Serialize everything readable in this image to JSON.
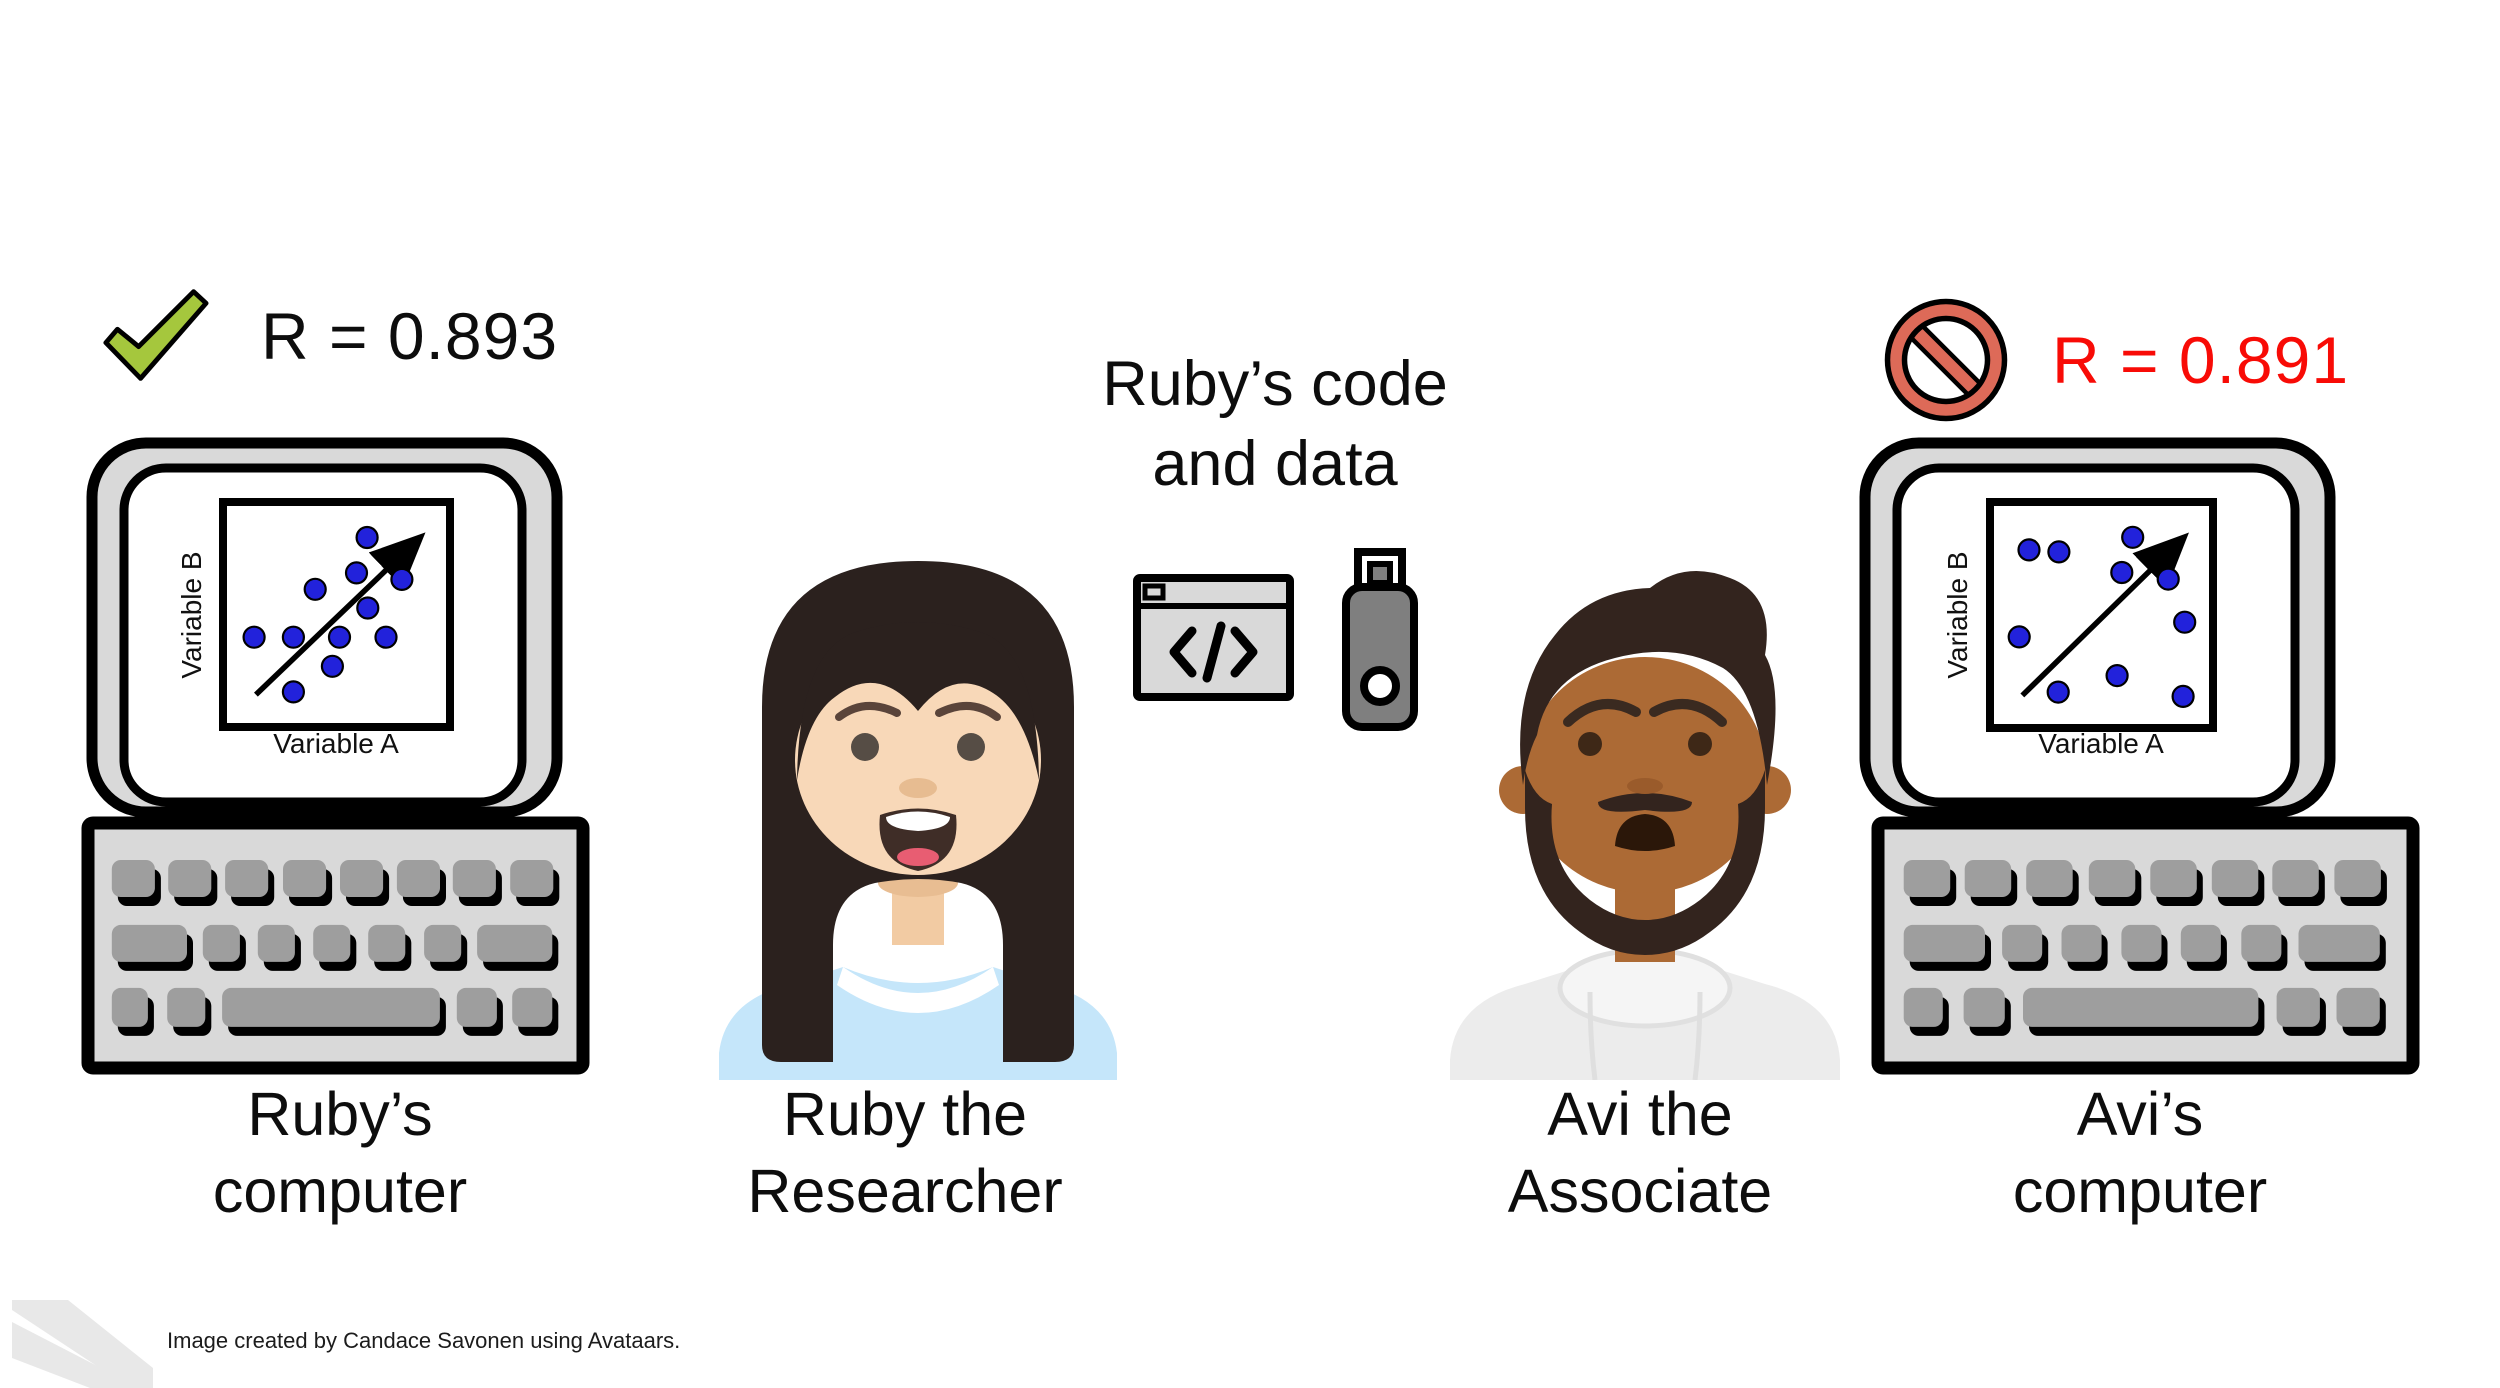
{
  "results": {
    "ruby": "R = 0.893",
    "avi": "R = 0.891"
  },
  "center": {
    "caption_lines": [
      "Ruby’s code",
      "and data"
    ],
    "icons": [
      "code-window",
      "usb-drive"
    ]
  },
  "people": {
    "ruby": {
      "name_lines": [
        "Ruby the",
        "Researcher"
      ]
    },
    "avi": {
      "name_lines": [
        "Avi the",
        "Associate"
      ]
    }
  },
  "laptops": {
    "left": {
      "label_lines": [
        "Ruby’s",
        "computer"
      ],
      "plot": {
        "type": "scatter",
        "xlabel": "Variable A",
        "ylabel": "Variable B",
        "points": [
          [
            0.635,
            0.158
          ],
          [
            0.588,
            0.315
          ],
          [
            0.406,
            0.388
          ],
          [
            0.788,
            0.344
          ],
          [
            0.638,
            0.471
          ],
          [
            0.137,
            0.601
          ],
          [
            0.31,
            0.601
          ],
          [
            0.513,
            0.601
          ],
          [
            0.718,
            0.601
          ],
          [
            0.482,
            0.73
          ],
          [
            0.31,
            0.844
          ]
        ],
        "trend_arrow": [
          0.145,
          0.856,
          0.857,
          0.169
        ]
      }
    },
    "right": {
      "label_lines": [
        "Avi’s",
        "computer"
      ],
      "plot": {
        "type": "scatter",
        "xlabel": "Variable A",
        "ylabel": "Variable B",
        "points": [
          [
            0.175,
            0.212
          ],
          [
            0.309,
            0.221
          ],
          [
            0.64,
            0.156
          ],
          [
            0.591,
            0.312
          ],
          [
            0.799,
            0.341
          ],
          [
            0.873,
            0.532
          ],
          [
            0.131,
            0.597
          ],
          [
            0.57,
            0.768
          ],
          [
            0.306,
            0.841
          ],
          [
            0.866,
            0.86
          ]
        ],
        "trend_arrow": [
          0.145,
          0.856,
          0.857,
          0.169
        ]
      }
    }
  },
  "footer": {
    "credit": "Image created by Candace Savonen using Avataars."
  },
  "colors": {
    "check_green": "#A5C73D",
    "prohibit_salmon": "#DD6A58",
    "result_red": "#F80B06",
    "dot_blue": "#2222DB",
    "laptop_gray": "#D9D9D9",
    "key_gray": "#9E9E9E",
    "usb_gray": "#7F7F7F",
    "code_window_gray": "#D9D9D9",
    "ruby_hair": "#2B211E",
    "ruby_skin": "#F8D8B8",
    "ruby_shirt": "#C5E6FA",
    "avi_hair": "#33241E",
    "avi_skin": "#AC6A35",
    "avi_hoodie": "#ECECEC",
    "logo_gray": "#E8E8E8"
  }
}
